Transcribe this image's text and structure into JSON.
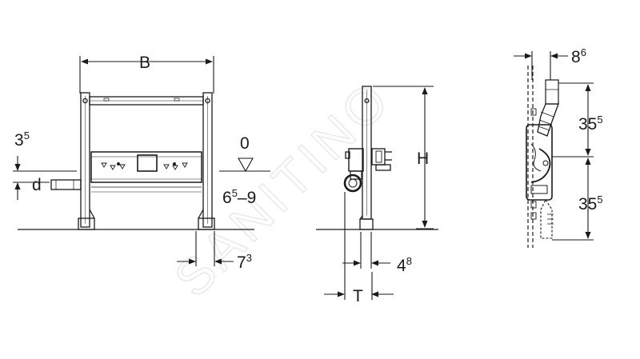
{
  "watermark": "SANITINO",
  "front_view": {
    "width_label": "B",
    "offset_label": "3",
    "offset_sup": "5",
    "pipe_label": "d",
    "floor_level_label": "0",
    "height_range_a": "6",
    "height_range_sup": "5",
    "height_range_b": "–9",
    "foot_label": "7",
    "foot_sup": "3"
  },
  "side_view": {
    "height_label": "H",
    "depth_label": "T",
    "foot_label": "4",
    "foot_sup": "8"
  },
  "detail_view": {
    "top_label": "8",
    "top_sup": "6",
    "upper_label": "35",
    "upper_sup": "5",
    "lower_label": "35",
    "lower_sup": "5"
  }
}
